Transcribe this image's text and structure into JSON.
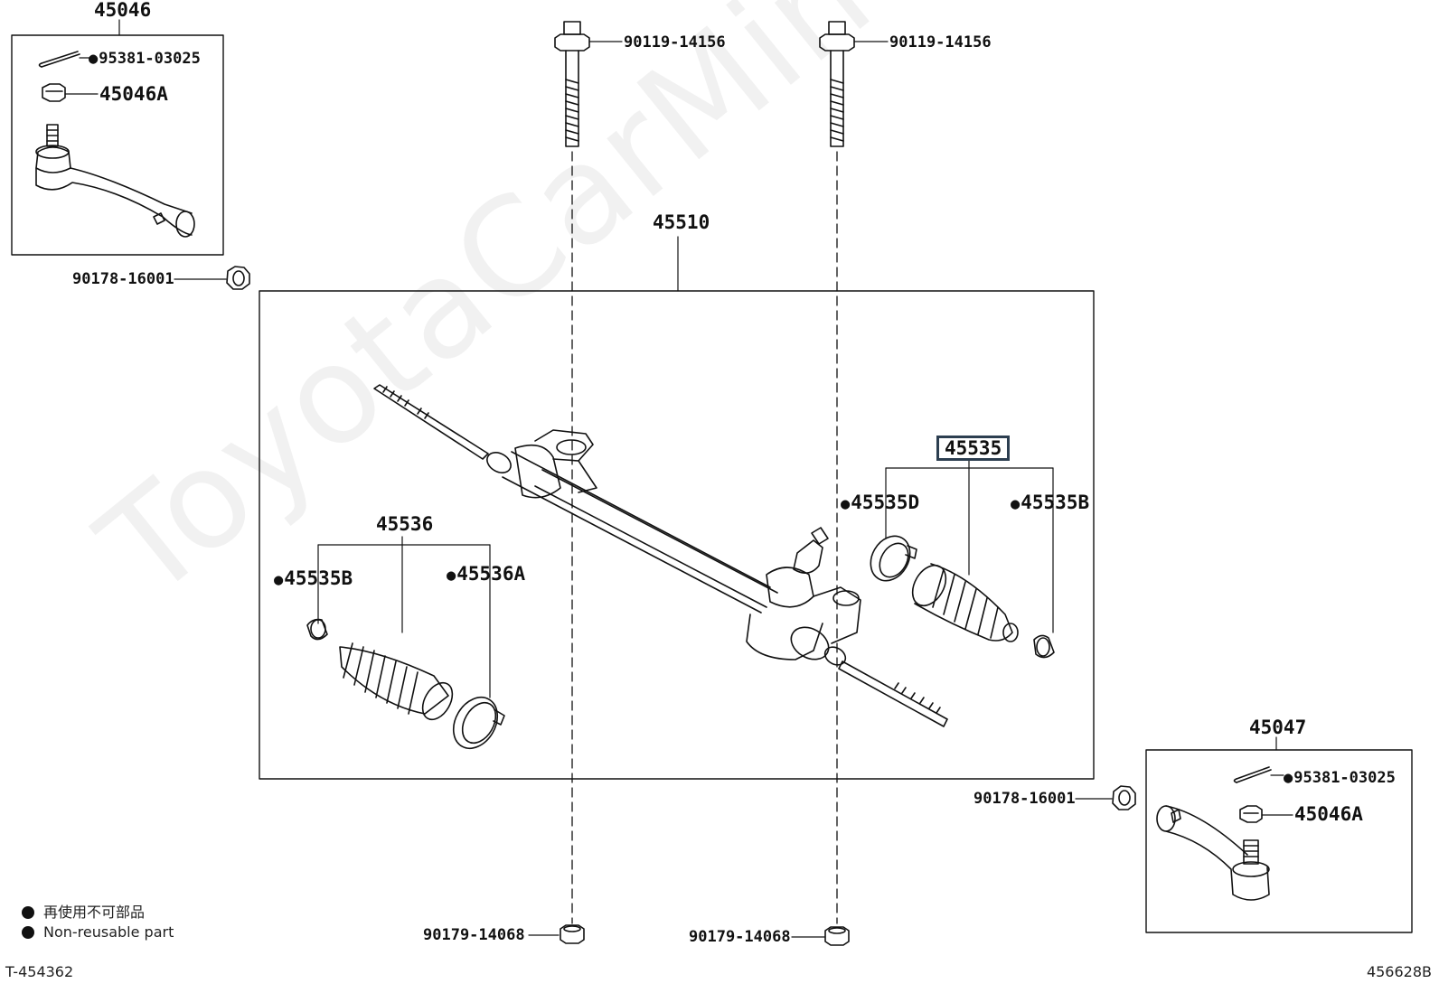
{
  "labels": {
    "left_end_group": "45046",
    "left_cotter": "95381-03025",
    "left_nut": "45046A",
    "left_locknut": "90178-16001",
    "bolt_left": "90119-14156",
    "bolt_right": "90119-14156",
    "rack_assembly": "45510",
    "boot_kit_right": "45535",
    "right_clamp_d": "45535D",
    "right_clamp_b": "45535B",
    "boot_kit_left": "45536",
    "left_clamp_b": "45535B",
    "left_clamp_a": "45536A",
    "right_end_group": "45047",
    "right_cotter": "95381-03025",
    "right_nut": "45046A",
    "right_locknut": "90178-16001",
    "nut_bottom_left": "90179-14068",
    "nut_bottom_right": "90179-14068"
  },
  "legend": {
    "line1": "再使用不可部品",
    "line2": "Non-reusable part"
  },
  "footer": {
    "left_code": "T-454362",
    "right_code": "456628B"
  },
  "watermark": "ToyotaCarMine.ru"
}
